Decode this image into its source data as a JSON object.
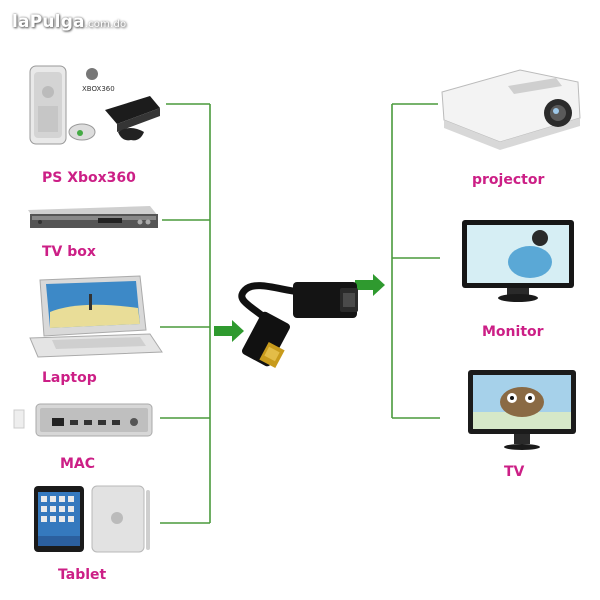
{
  "watermark": {
    "main": "laPulga",
    "suffix": ".com.do"
  },
  "logos": {
    "xbox_text": "XBOX360"
  },
  "sources": [
    {
      "label": "PS Xbox360"
    },
    {
      "label": "TV box"
    },
    {
      "label": "Laptop"
    },
    {
      "label": "MAC"
    },
    {
      "label": "Tablet"
    }
  ],
  "outputs": [
    {
      "label": "projector"
    },
    {
      "label": "Monitor"
    },
    {
      "label": "TV"
    }
  ],
  "colors": {
    "label": "#cc1f86",
    "line": "#4a9a3c",
    "arrow": "#2f9a2f"
  }
}
